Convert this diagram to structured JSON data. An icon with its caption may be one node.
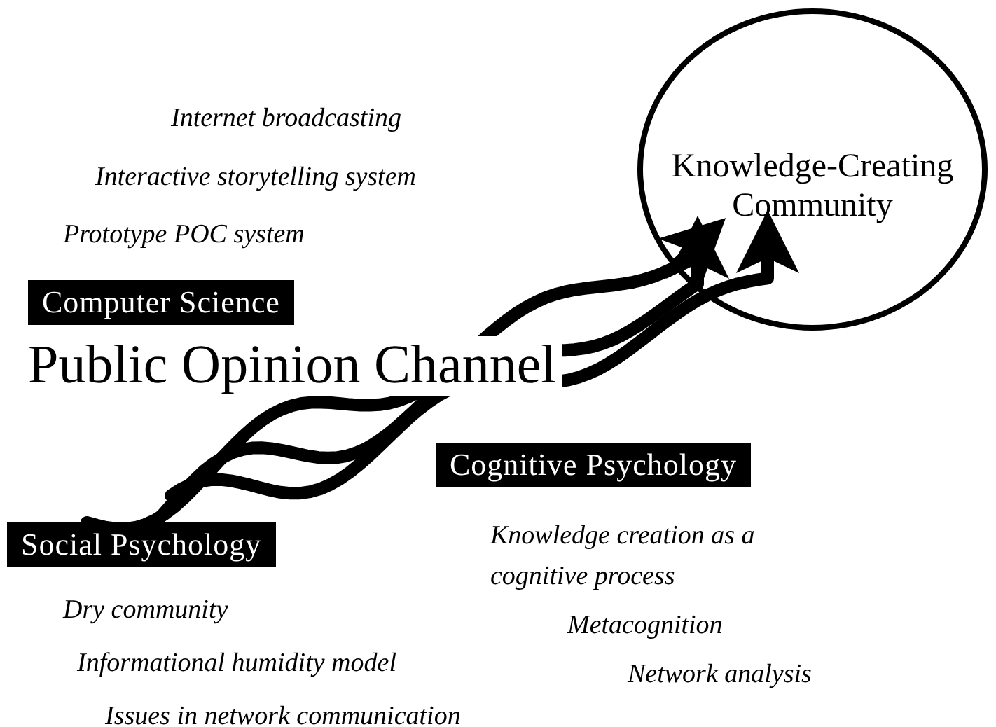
{
  "diagram": {
    "nodes": [
      {
        "text": [
          "Computer Science"
        ],
        "beside": [
          "Internet broadcasting",
          "Interactive storytelling system",
          "Prototype POC system"
        ]
      },
      {
        "text": [
          "Social Psychology"
        ],
        "beside": [
          "Dry community",
          "Informational humidity model",
          "Issues in network communication"
        ]
      },
      {
        "text": [
          "Cognitive Psychology"
        ],
        "beside": [
          "Knowledge creation as a cognitive process",
          "Metacognition",
          "Network analysis"
        ]
      },
      {
        "text": [
          "Knowledge-Creating Community"
        ]
      }
    ],
    "edges": [
      {
        "from": 1,
        "to": 3,
        "arrow": "to"
      },
      {
        "from": 1,
        "to": 3,
        "arrow": "to"
      },
      {
        "from": 1,
        "to": 3,
        "arrow": "to"
      }
    ],
    "labels": [
      "Public Opinion Channel"
    ]
  }
}
